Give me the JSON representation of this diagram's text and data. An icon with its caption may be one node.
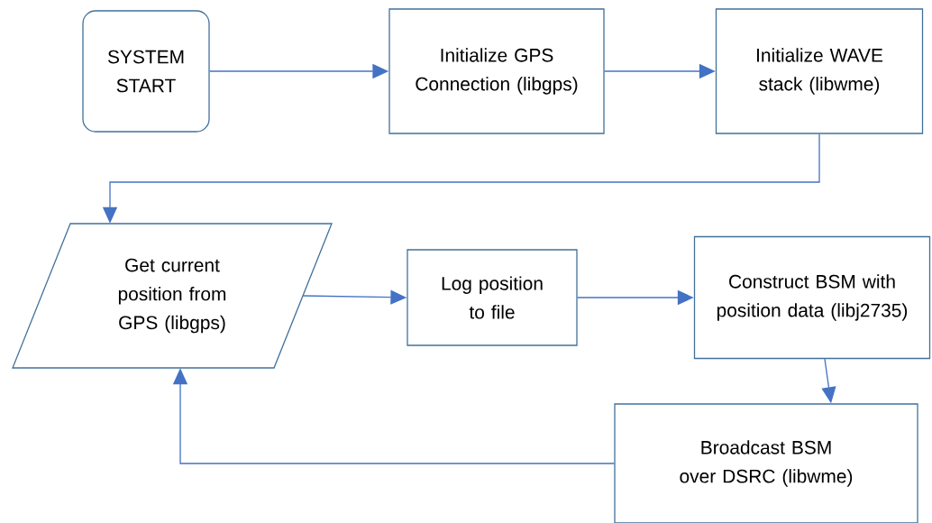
{
  "diagram": {
    "nodes": [
      {
        "text": [
          "SYSTEM START"
        ]
      },
      {
        "text": [
          "Initialize GPS Connection (libgps)"
        ]
      },
      {
        "text": [
          "Initialize WAVE stack (libwme)"
        ]
      },
      {
        "text": [
          "Get current position from GPS (libgps)"
        ]
      },
      {
        "text": [
          "Log position to file"
        ]
      },
      {
        "text": [
          "Construct BSM with position data (libj2735)"
        ]
      },
      {
        "text": [
          "Broadcast BSM over DSRC (libwme)"
        ]
      }
    ],
    "edges": [
      {
        "from": 0,
        "to": 1,
        "arrow": "to"
      },
      {
        "from": 1,
        "to": 2,
        "arrow": "to"
      },
      {
        "from": 2,
        "to": 3,
        "arrow": "to"
      },
      {
        "from": 3,
        "to": 4,
        "arrow": "to"
      },
      {
        "from": 4,
        "to": 5,
        "arrow": "to"
      },
      {
        "from": 5,
        "to": 6,
        "arrow": "to"
      },
      {
        "from": 6,
        "to": 3,
        "arrow": "to"
      }
    ]
  }
}
